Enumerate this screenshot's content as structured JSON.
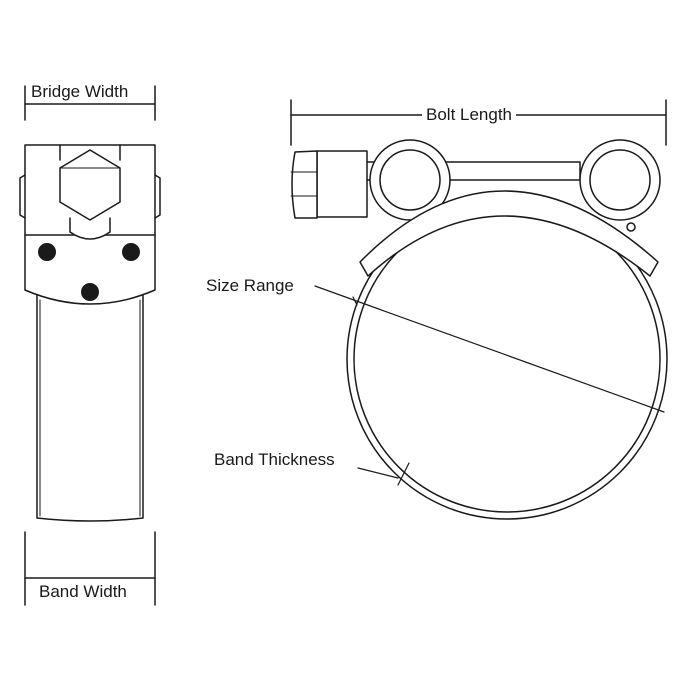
{
  "labels": {
    "bridge_width": "Bridge Width",
    "bolt_length": "Bolt Length",
    "size_range": "Size Range",
    "band_thickness": "Band Thickness",
    "band_width": "Band Width"
  },
  "colors": {
    "line": "#1a1a1a",
    "fill": "#ffffff"
  }
}
